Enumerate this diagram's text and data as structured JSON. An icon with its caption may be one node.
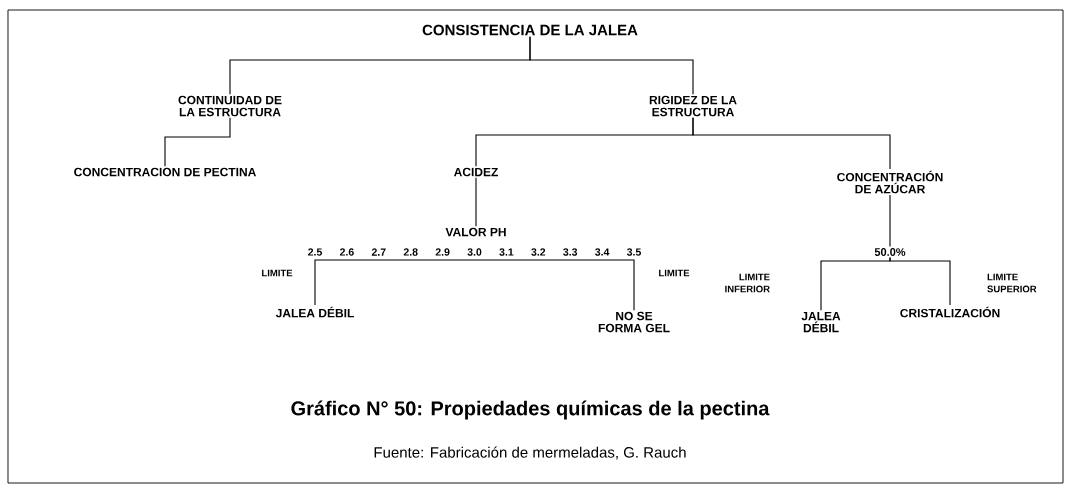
{
  "diagram": {
    "caption": "Gráfico N° 50: Propiedades químicas de la pectina",
    "nodes": [
      {
        "text": [
          "CONSISTENCIA DE LA JALEA"
        ]
      },
      {
        "text": [
          "CONTINUIDAD DE LA ESTRUCTURA"
        ]
      },
      {
        "text": [
          "RIGIDEZ DE LA ESTRUCTURA"
        ]
      },
      {
        "text": [
          "CONCENTRACION DE PECTINA"
        ]
      },
      {
        "text": [
          "ACIDEZ"
        ]
      },
      {
        "text": [
          "CONCENTRACIÓN DE AZÚCAR"
        ]
      },
      {
        "text": [
          "VALOR PH"
        ]
      },
      {
        "text": [
          "JALEA DÉBIL"
        ]
      },
      {
        "text": [
          "NO SE FORMA GEL"
        ]
      },
      {
        "text": [
          "50.0%"
        ]
      },
      {
        "text": [
          "JALEA DÉBIL"
        ]
      },
      {
        "text": [
          "CRISTALIZACIÓN"
        ]
      }
    ],
    "edges": [
      {
        "from": 0,
        "to": 1,
        "arrow": "none"
      },
      {
        "from": 0,
        "to": 2,
        "arrow": "none"
      },
      {
        "from": 1,
        "to": 3,
        "arrow": "none"
      },
      {
        "from": 2,
        "to": 4,
        "arrow": "none"
      },
      {
        "from": 2,
        "to": 5,
        "arrow": "none"
      },
      {
        "from": 4,
        "to": 6,
        "arrow": "none"
      },
      {
        "from": 5,
        "to": 9,
        "arrow": "none"
      },
      {
        "from": 6,
        "to": 7,
        "arrow": "none"
      },
      {
        "from": 6,
        "to": 8,
        "arrow": "none"
      },
      {
        "from": 9,
        "to": 10,
        "arrow": "none"
      },
      {
        "from": 9,
        "to": 11,
        "arrow": "none"
      }
    ],
    "labels": [
      "2.5",
      "2.6",
      "2.7",
      "2.8",
      "2.9",
      "3.0",
      "3.1",
      "3.2",
      "3.3",
      "3.4",
      "3.5",
      "LIMITE",
      "LIMITE",
      "LIMITE INFERIOR",
      "LIMITE SUPERIOR",
      "Fuente: Fabricación de mermeladas, G. Rauch"
    ]
  }
}
